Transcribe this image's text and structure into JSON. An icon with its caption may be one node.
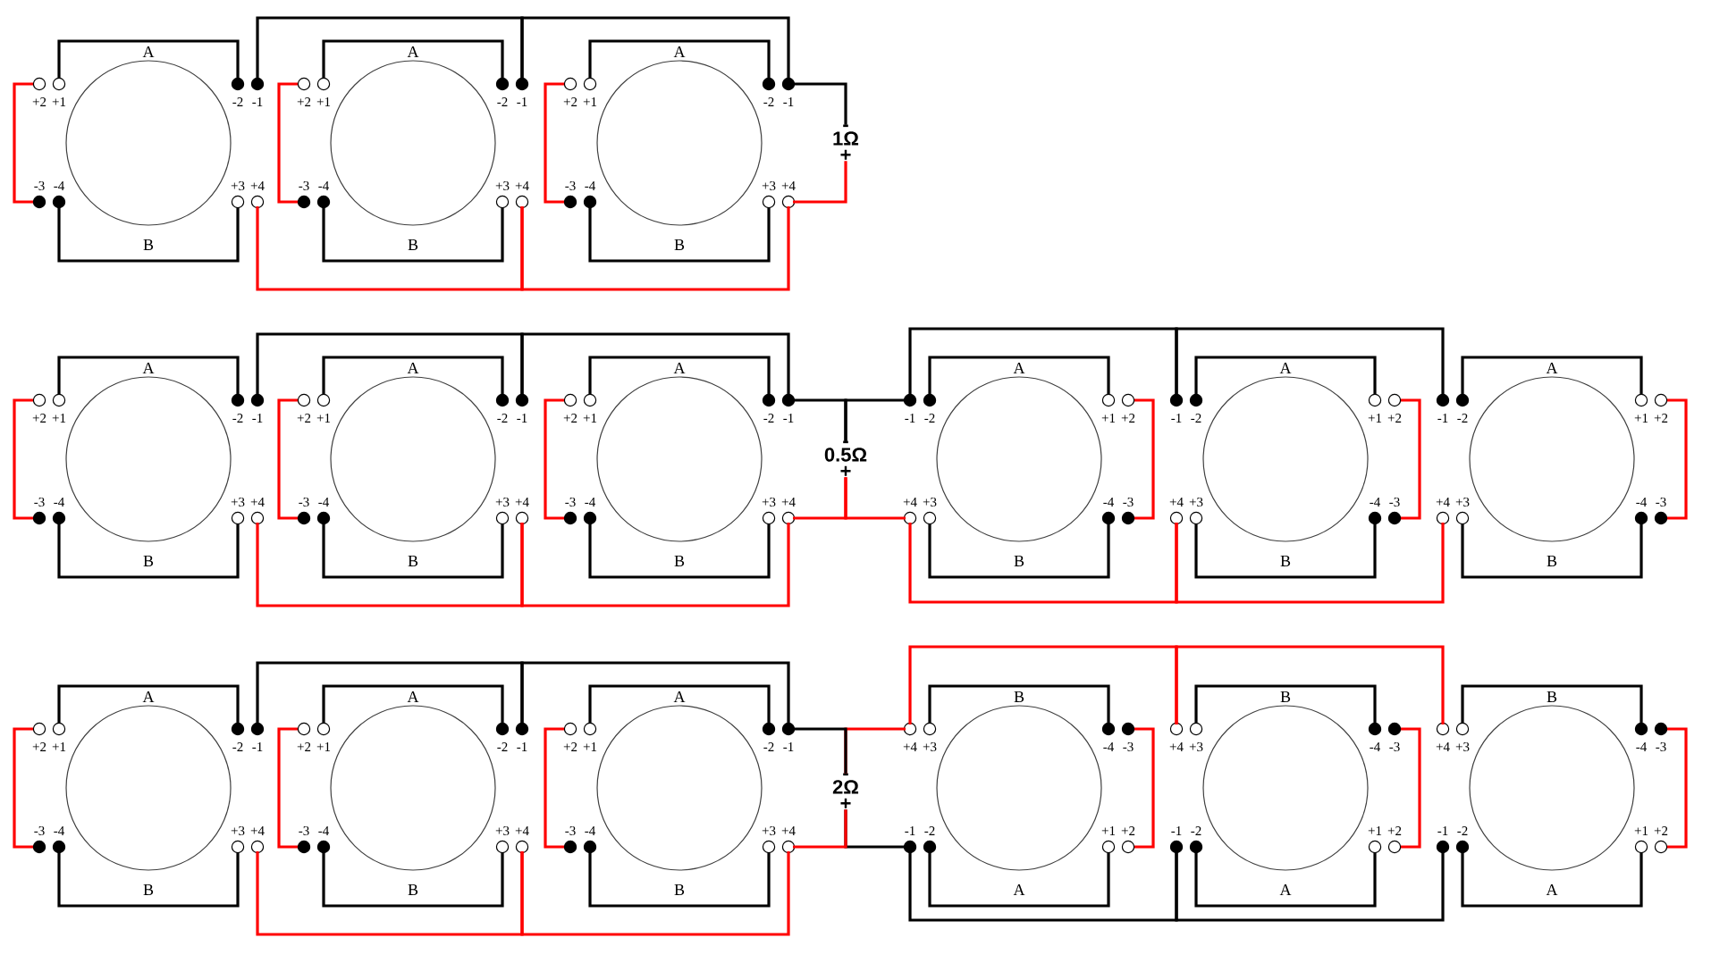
{
  "diagram": {
    "nodes": [
      {
        "text": [
          "A",
          "+2",
          "+1",
          "-2",
          "-1",
          "-3",
          "-4",
          "+3",
          "+4",
          "B"
        ]
      },
      {
        "text": [
          "A",
          "+2",
          "+1",
          "-2",
          "-1",
          "-3",
          "-4",
          "+3",
          "+4",
          "B"
        ]
      },
      {
        "text": [
          "A",
          "+2",
          "+1",
          "-2",
          "-1",
          "-3",
          "-4",
          "+3",
          "+4",
          "B"
        ]
      },
      {
        "text": [
          "-",
          "1Ω",
          "+"
        ]
      },
      {
        "text": [
          "A",
          "+2",
          "+1",
          "-2",
          "-1",
          "-3",
          "-4",
          "+3",
          "+4",
          "B"
        ]
      },
      {
        "text": [
          "A",
          "+2",
          "+1",
          "-2",
          "-1",
          "-3",
          "-4",
          "+3",
          "+4",
          "B"
        ]
      },
      {
        "text": [
          "A",
          "+2",
          "+1",
          "-2",
          "-1",
          "-3",
          "-4",
          "+3",
          "+4",
          "B"
        ]
      },
      {
        "text": [
          "-",
          "0.5Ω",
          "+"
        ]
      },
      {
        "text": [
          "A",
          "-1",
          "-2",
          "+1",
          "+2",
          "+4",
          "+3",
          "-4",
          "-3",
          "B"
        ]
      },
      {
        "text": [
          "A",
          "-1",
          "-2",
          "+1",
          "+2",
          "+4",
          "+3",
          "-4",
          "-3",
          "B"
        ]
      },
      {
        "text": [
          "A",
          "-1",
          "-2",
          "+1",
          "+2",
          "+4",
          "+3",
          "-4",
          "-3",
          "B"
        ]
      },
      {
        "text": [
          "A",
          "+2",
          "+1",
          "-2",
          "-1",
          "-3",
          "-4",
          "+3",
          "+4",
          "B"
        ]
      },
      {
        "text": [
          "A",
          "+2",
          "+1",
          "-2",
          "-1",
          "-3",
          "-4",
          "+3",
          "+4",
          "B"
        ]
      },
      {
        "text": [
          "A",
          "+2",
          "+1",
          "-2",
          "-1",
          "-3",
          "-4",
          "+3",
          "+4",
          "B"
        ]
      },
      {
        "text": [
          "-",
          "2Ω",
          "+"
        ]
      },
      {
        "text": [
          "B",
          "+4",
          "+3",
          "-4",
          "-3",
          "-1",
          "-2",
          "+1",
          "+2",
          "A"
        ]
      },
      {
        "text": [
          "B",
          "+4",
          "+3",
          "-4",
          "-3",
          "-1",
          "-2",
          "+1",
          "+2",
          "A"
        ]
      },
      {
        "text": [
          "B",
          "+4",
          "+3",
          "-4",
          "-3",
          "-1",
          "-2",
          "+1",
          "+2",
          "A"
        ]
      }
    ],
    "edges": [
      {
        "from": 0,
        "to": 1,
        "arrow": "none",
        "color": "#000000"
      },
      {
        "from": 1,
        "to": 2,
        "arrow": "none",
        "color": "#000000"
      },
      {
        "from": 0,
        "to": 1,
        "arrow": "none",
        "color": "#ff0000"
      },
      {
        "from": 1,
        "to": 2,
        "arrow": "none",
        "color": "#ff0000"
      },
      {
        "from": 2,
        "to": 3,
        "arrow": "none",
        "color": "#000000"
      },
      {
        "from": 2,
        "to": 3,
        "arrow": "none",
        "color": "#ff0000"
      },
      {
        "from": 4,
        "to": 5,
        "arrow": "none",
        "color": "#000000"
      },
      {
        "from": 5,
        "to": 6,
        "arrow": "none",
        "color": "#000000"
      },
      {
        "from": 4,
        "to": 5,
        "arrow": "none",
        "color": "#ff0000"
      },
      {
        "from": 5,
        "to": 6,
        "arrow": "none",
        "color": "#ff0000"
      },
      {
        "from": 7,
        "to": 8,
        "arrow": "none",
        "color": "#000000"
      },
      {
        "from": 7,
        "to": 8,
        "arrow": "none",
        "color": "#ff0000"
      },
      {
        "from": 6,
        "to": 7,
        "arrow": "none",
        "color": "#000000"
      },
      {
        "from": 6,
        "to": 7,
        "arrow": "none",
        "color": "#ff0000"
      },
      {
        "from": 8,
        "to": 9,
        "arrow": "none",
        "color": "#000000"
      },
      {
        "from": 9,
        "to": 10,
        "arrow": "none",
        "color": "#000000"
      },
      {
        "from": 8,
        "to": 9,
        "arrow": "none",
        "color": "#ff0000"
      },
      {
        "from": 9,
        "to": 10,
        "arrow": "none",
        "color": "#ff0000"
      },
      {
        "from": 11,
        "to": 12,
        "arrow": "none",
        "color": "#000000"
      },
      {
        "from": 12,
        "to": 13,
        "arrow": "none",
        "color": "#000000"
      },
      {
        "from": 11,
        "to": 12,
        "arrow": "none",
        "color": "#ff0000"
      },
      {
        "from": 12,
        "to": 13,
        "arrow": "none",
        "color": "#ff0000"
      },
      {
        "from": 14,
        "to": 15,
        "arrow": "none",
        "color": "#ff0000"
      },
      {
        "from": 14,
        "to": 15,
        "arrow": "none",
        "color": "#000000"
      },
      {
        "from": 13,
        "to": 14,
        "arrow": "none",
        "color": "#000000"
      },
      {
        "from": 13,
        "to": 14,
        "arrow": "none",
        "color": "#ff0000"
      },
      {
        "from": 15,
        "to": 16,
        "arrow": "none",
        "color": "#ff0000"
      },
      {
        "from": 16,
        "to": 17,
        "arrow": "none",
        "color": "#ff0000"
      },
      {
        "from": 15,
        "to": 16,
        "arrow": "none",
        "color": "#000000"
      },
      {
        "from": 16,
        "to": 17,
        "arrow": "none",
        "color": "#000000"
      }
    ]
  }
}
